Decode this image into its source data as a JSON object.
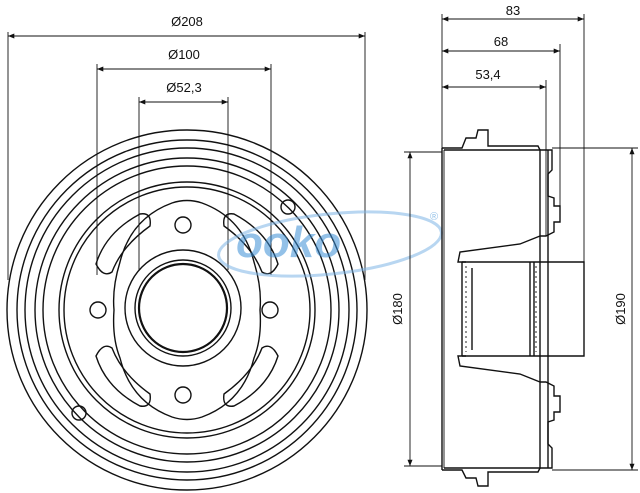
{
  "dimensions": {
    "outer_diameter": "Ø208",
    "bolt_circle": "Ø100",
    "center_bore": "Ø52,3",
    "total_height": "83",
    "height_2": "68",
    "height_3": "53,4",
    "braking_diameter": "Ø180",
    "outer_ring_diameter": "Ø190"
  },
  "watermark": {
    "text": "ooko",
    "color": "#3b8fd6",
    "accent_color": "#e23a2a",
    "registered": "®"
  }
}
